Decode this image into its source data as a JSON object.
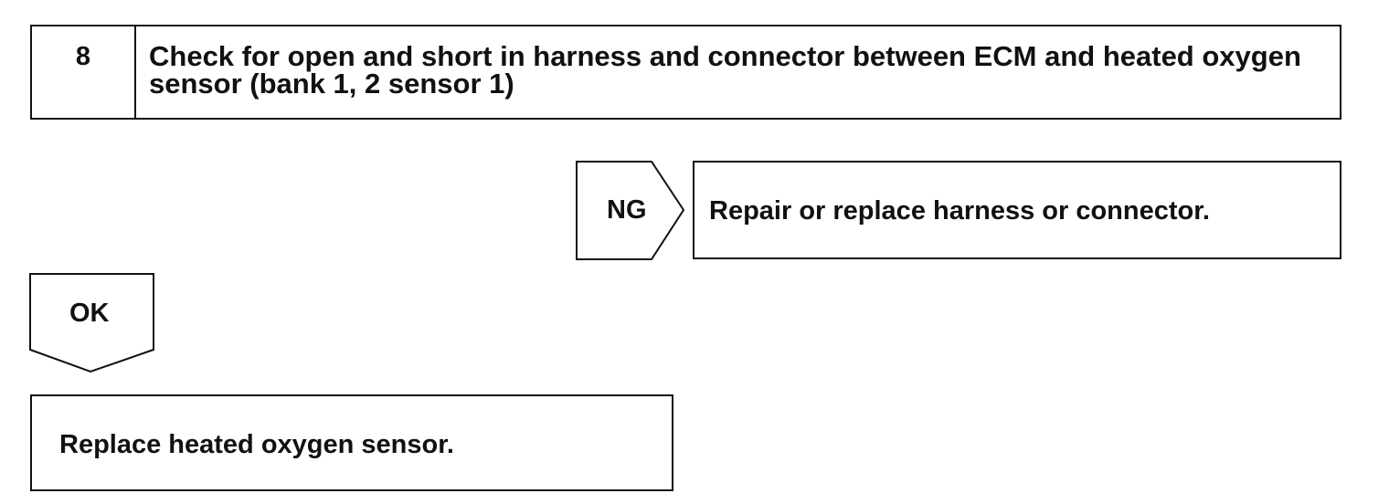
{
  "step": {
    "number": "8",
    "title": "Check for open and short in harness and connector between ECM and heated oxygen sensor (bank 1, 2 sensor 1)"
  },
  "ng_branch": {
    "label": "NG",
    "action": "Repair or replace harness or connector."
  },
  "ok_branch": {
    "label": "OK",
    "action": "Replace heated oxygen sensor."
  }
}
